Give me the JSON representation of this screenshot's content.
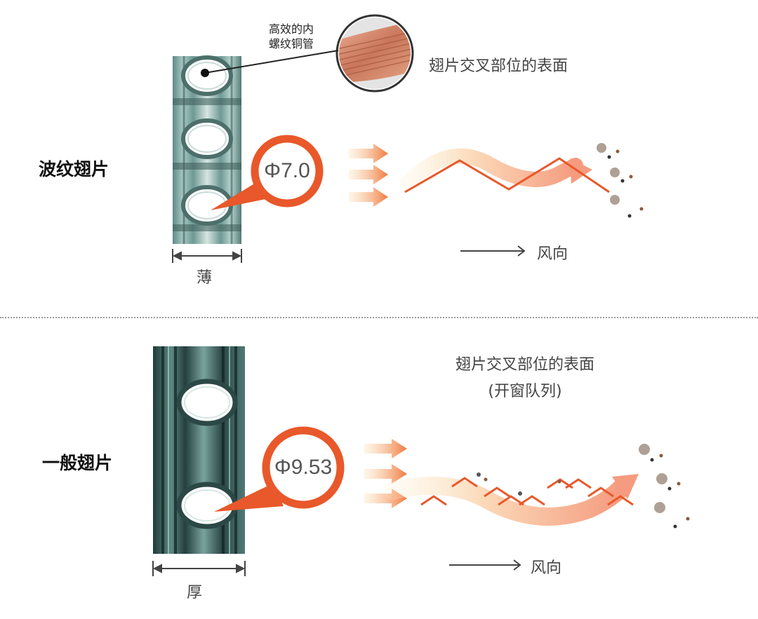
{
  "colors": {
    "accent": "#e8582a",
    "arrow_start": "#fdeccb",
    "arrow_end": "#f6a98c",
    "text": "#333333",
    "label": "#111111"
  },
  "top": {
    "row_label": "波纹翅片",
    "tube_callout": [
      "高效的内",
      "螺纹铜管"
    ],
    "surface_caption": "翅片交叉部位的表面",
    "diameter": "Φ7.0",
    "thickness": "薄",
    "wind_label": "风向"
  },
  "bottom": {
    "row_label": "一般翅片",
    "surface_caption": [
      "翅片交叉部位的表面",
      "(开窗队列)"
    ],
    "diameter": "Φ9.53",
    "thickness": "厚",
    "wind_label": "风向"
  }
}
